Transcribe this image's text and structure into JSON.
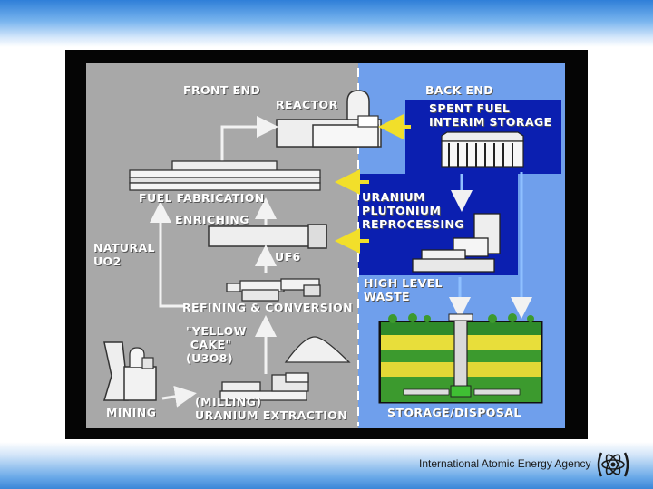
{
  "slide": {
    "footer_text": "International Atomic Energy Agency",
    "logo_icon": "iaea-logo-icon"
  },
  "diagram": {
    "front_end": "FRONT END",
    "back_end": "BACK END",
    "reactor": "REACTOR",
    "spent_fuel": "SPENT FUEL\nINTERIM STORAGE",
    "fuel_fabrication": "FUEL FABRICATION",
    "enriching": "ENRICHING",
    "natural_uo2": "NATURAL\nUO2",
    "uf6": "UF6",
    "reprocessing": "URANIUM\nPLUTONIUM\nREPROCESSING",
    "refining": "REFINING & CONVERSION",
    "high_level_waste": "HIGH LEVEL\nWASTE",
    "yellow_cake": "\"YELLOW\n CAKE\"\n(U3O8)",
    "mining": "MINING",
    "milling": "(MILLING)\nURANIUM EXTRACTION",
    "storage": "STORAGE/DISPOSAL"
  },
  "colors": {
    "front_bg": "#a8a8a8",
    "back_bg": "#6f9fec",
    "dark_blue": "#0b1fb0",
    "arrow_yellow": "#f2df2a",
    "soil_green": "#3c9a2e",
    "soil_yellow": "#e8de3a"
  }
}
